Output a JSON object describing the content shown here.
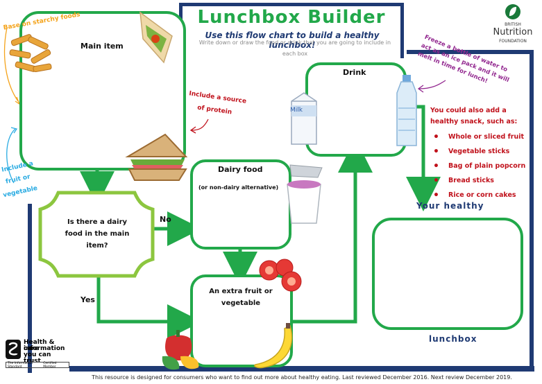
{
  "header": {
    "title": "Lunchbox Builder",
    "subtitle": "Use this flow chart to build a healthy lunchbox!",
    "instruction": "Write down or draw the food or drink that you are going to include in each box"
  },
  "logo": {
    "org_line1": "BRITISH",
    "org_line2": "Nutrition",
    "org_line3": "FOUNDATION"
  },
  "boxes": {
    "main_item": "Main item",
    "drink": "Drink",
    "dairy_title": "Dairy food",
    "dairy_sub": "(or non-dairy alternative)",
    "dairy_question": "Is there a dairy food in the main item?",
    "extra_fruit": "An extra fruit or vegetable",
    "healthy_snack_top": "Your healthy",
    "healthy_snack_bottom": "lunchbox"
  },
  "labels": {
    "no": "No",
    "yes": "Yes"
  },
  "annotations": {
    "starchy": "Base on starchy foods",
    "protein_1": "Include a source",
    "protein_2": "of protein",
    "fruit_veg_1": "Include a",
    "fruit_veg_2": "fruit or",
    "fruit_veg_3": "vegetable",
    "freeze": "Freeze a bottle of water to act as an ice pack and it will melt in time for lunch!",
    "snack_intro_1": "You could also add a",
    "snack_intro_2": "healthy snack, such as:"
  },
  "snacks": [
    "Whole or sliced fruit",
    "Vegetable sticks",
    "Bag of plain popcorn",
    "Bread sticks",
    "Rice or corn cakes"
  ],
  "milk_carton_label": "Milk",
  "badge": {
    "line1": "Health & care",
    "line2": "information",
    "line3": "you can trust",
    "foot_left": "The Information Standard",
    "foot_right": "Certified Member"
  },
  "footer": "This resource is designed for consumers who want to find out more about healthy eating. Last reviewed December 2016. Next review December 2019.",
  "colors": {
    "green": "#22a84a",
    "light_green": "#8cc63f",
    "navy": "#1f3a73",
    "red": "#c0111b",
    "orange": "#f4a31b",
    "cyan": "#29abe2",
    "purple": "#92278f"
  }
}
